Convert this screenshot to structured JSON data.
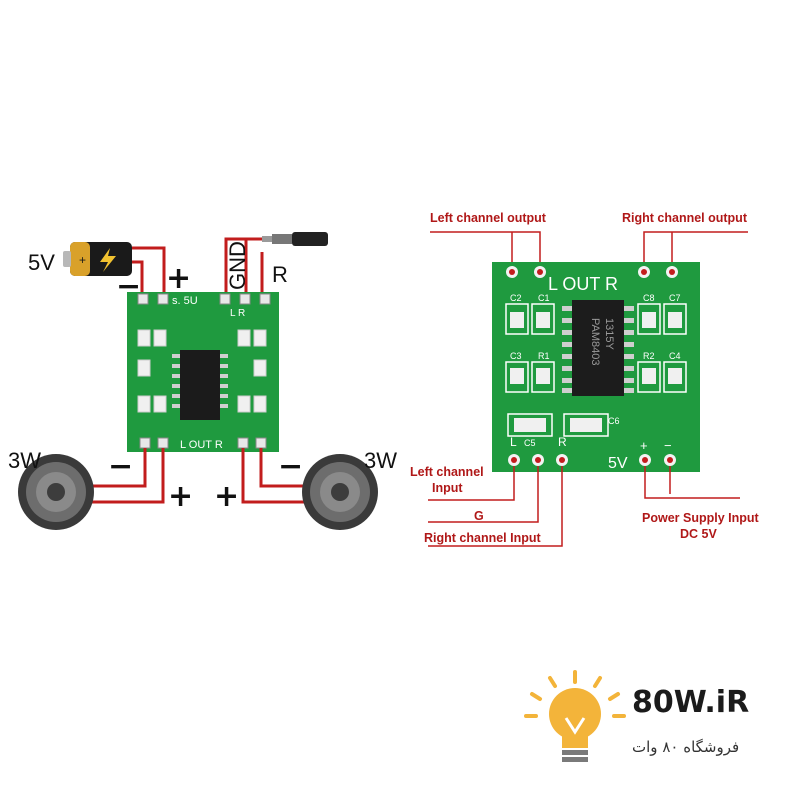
{
  "left_figure": {
    "battery_voltage": "5V",
    "minus": "−",
    "plus": "+",
    "gnd": "GND",
    "r": "R",
    "left_speaker_power": "3W",
    "right_speaker_power": "3W",
    "board_top_text": "s. 5U",
    "board_bottom_text": "L OUT R"
  },
  "right_figure": {
    "left_channel_output": "Left channel output",
    "right_channel_output": "Right channel output",
    "left_channel_input_1": "Left channel",
    "left_channel_input_2": "Input",
    "g": "G",
    "right_channel_input": "Right channel Input",
    "power_input_1": "Power Supply Input",
    "power_input_2": "DC 5V",
    "board_out": "L  OUT  R",
    "board_5v": "5V",
    "board_plus": "+",
    "board_minus": "−",
    "ic_text_1": "PAM8403",
    "ic_text_2": "1315Y",
    "components": [
      "C2",
      "C1",
      "C8",
      "C7",
      "C3",
      "R1",
      "R2",
      "C4",
      "C6",
      "C5"
    ],
    "board_l": "L",
    "board_r": "R"
  },
  "brand": {
    "name": "80W.iR",
    "subtitle": "فروشگاه ۸۰ وات"
  },
  "colors": {
    "pcb_green": "#1f9a3f",
    "wire_red": "#c21d1d",
    "brand_bulb": "#f3b43a"
  }
}
